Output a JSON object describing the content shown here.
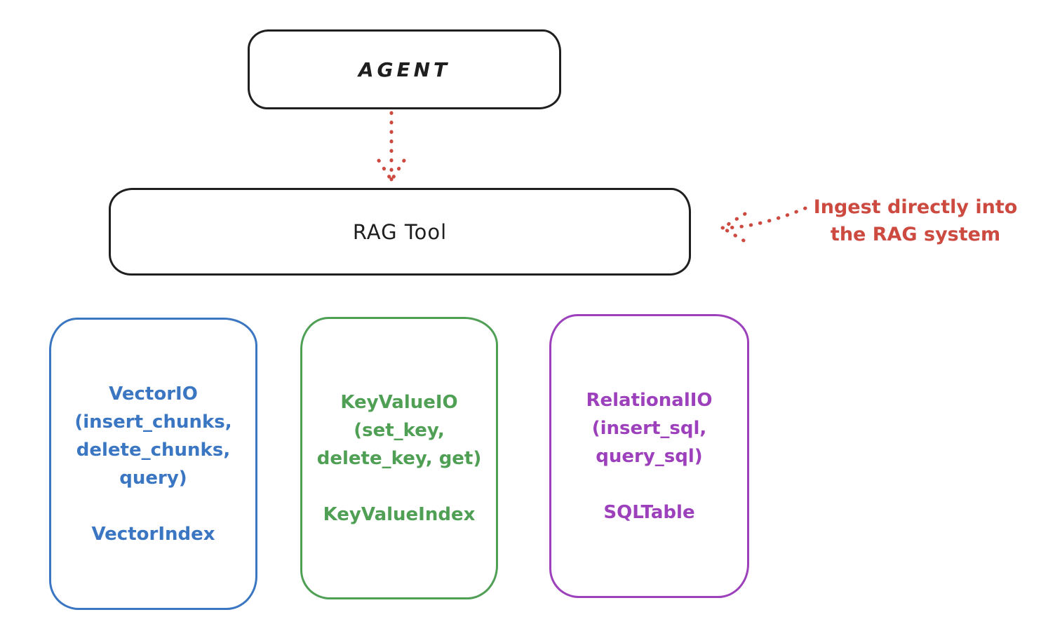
{
  "colors": {
    "ink": "#1f1f1f",
    "accent_red": "#cc4a40",
    "store_blue": "#3a76c2",
    "store_green": "#4f9f55",
    "store_purple": "#9c40bc",
    "background": "#ffffff"
  },
  "agent": {
    "label": "AGENT"
  },
  "rag_tool": {
    "label": "RAG Tool"
  },
  "annotation": {
    "line1": "Ingest directly into",
    "line2": "the RAG system"
  },
  "arrows": {
    "agent_to_rag": "dotted-arrow-down",
    "ingest_to_rag": "dotted-arrow-left"
  },
  "stores": [
    {
      "name": "VectorIO",
      "lines": [
        "VectorIO",
        "(insert_chunks,",
        "delete_chunks,",
        "query)"
      ],
      "index_label": "VectorIndex"
    },
    {
      "name": "KeyValueIO",
      "lines": [
        "KeyValueIO",
        "(set_key,",
        "delete_key, get)"
      ],
      "index_label": "KeyValueIndex"
    },
    {
      "name": "RelationalIO",
      "lines": [
        "RelationalIO",
        "(insert_sql,",
        "query_sql)"
      ],
      "index_label": "SQLTable"
    }
  ]
}
